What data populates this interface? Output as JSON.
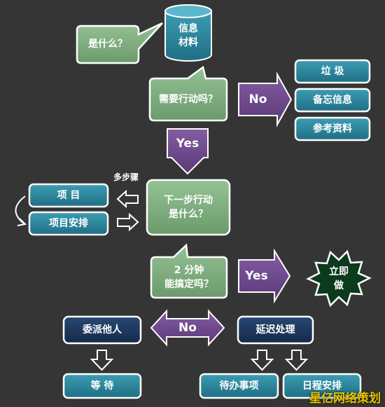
{
  "cylinder": {
    "label": "信息\n材料"
  },
  "bubble_what": {
    "label": "是什么？"
  },
  "bubble_action": {
    "label": "需要行动吗？"
  },
  "no_button_1": {
    "label": "No"
  },
  "trash_box": {
    "label": "垃  圾"
  },
  "memo_box": {
    "label": "备忘信息"
  },
  "reference_box": {
    "label": "参考资料"
  },
  "yes_arrow_1": {
    "label": "Yes"
  },
  "multi_step_label": {
    "label": "多步骤"
  },
  "project_box": {
    "label": "项  目"
  },
  "project_plan_box": {
    "label": "项目安排"
  },
  "next_action_box": {
    "label": "下一步行动\n是什么？"
  },
  "bubble_two_min": {
    "label": "2 分钟\n能搞定吗？"
  },
  "yes_arrow_2": {
    "label": "Yes"
  },
  "star_do_it": {
    "label": "立即\n做"
  },
  "no_button_2": {
    "label": "No"
  },
  "delegate_box": {
    "label": "委派他人"
  },
  "defer_box": {
    "label": "延迟处理"
  },
  "wait_box": {
    "label": "等  待"
  },
  "todo_box": {
    "label": "待办事项"
  },
  "schedule_box": {
    "label": "日程安排"
  },
  "watermark": {
    "label": "星亿网络策划"
  },
  "colors": {
    "background": "#353535",
    "teal": "#2f8aa0",
    "navy": "#1c3356",
    "green": "#7fae7f",
    "purple": "#6f4a8e",
    "star": "#0c3a1c"
  }
}
